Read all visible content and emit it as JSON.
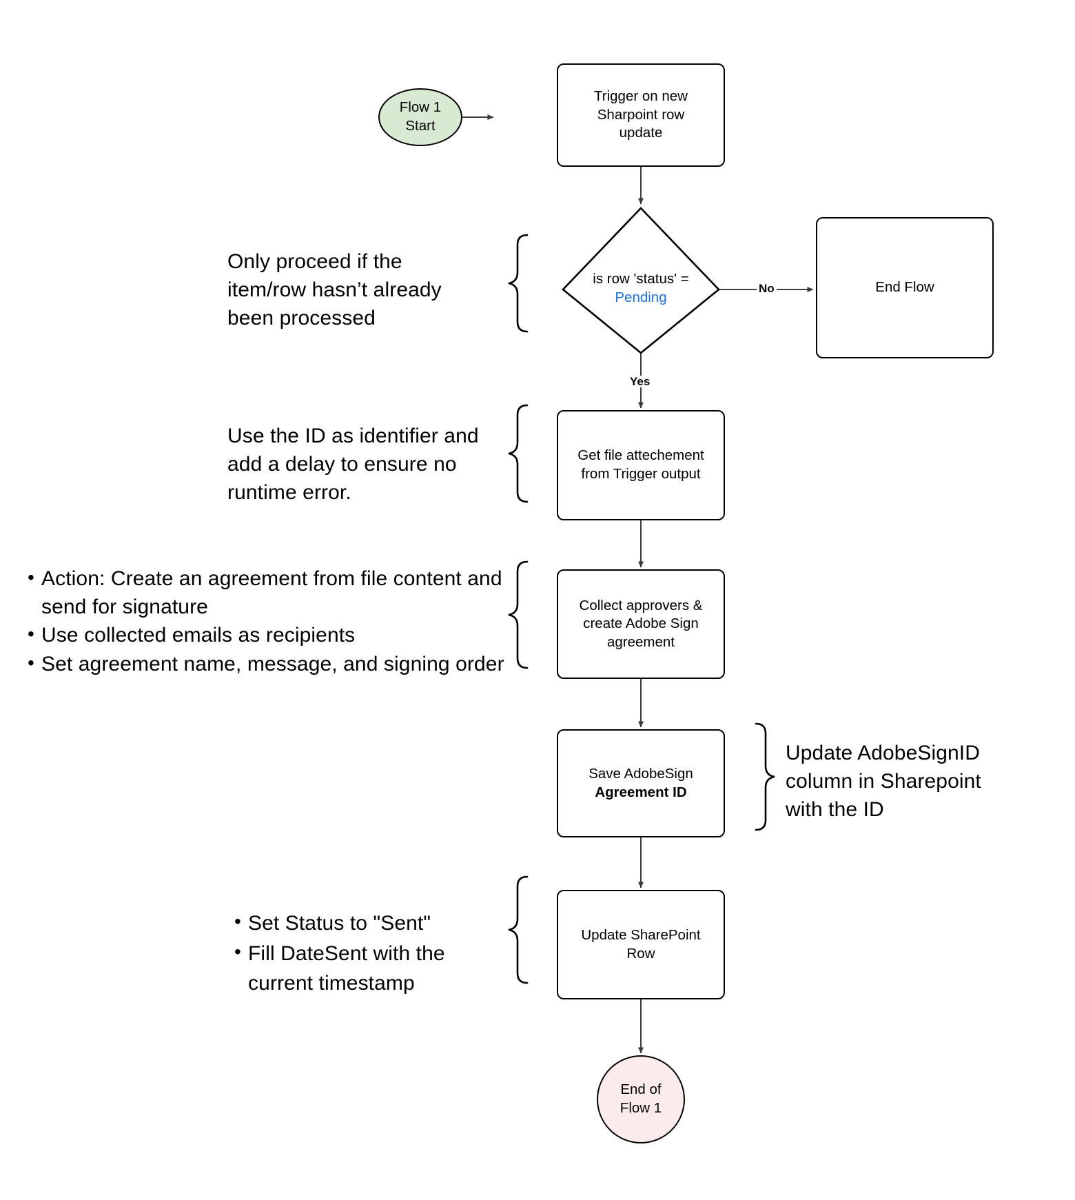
{
  "diagram": {
    "title": "Flow 1 - SharePoint to Adobe Sign automation flowchart",
    "colors": {
      "start_fill": "#d9ead3",
      "end_fill": "#fcebeb",
      "accent_text": "#1a73e8",
      "stroke": "#000000",
      "background": "#ffffff"
    }
  },
  "nodes": {
    "start": {
      "line1": "Flow 1",
      "line2": "Start",
      "shape": "ellipse"
    },
    "trigger": {
      "line1": "Trigger on new",
      "line2": "Sharpoint row",
      "line3": "update",
      "shape": "process"
    },
    "decision": {
      "line1": "is row 'status' =",
      "line2": "Pending",
      "shape": "diamond"
    },
    "end_flow": {
      "line1": "End Flow",
      "shape": "process"
    },
    "get_file": {
      "line1": "Get file attechement",
      "line2": "from Trigger output",
      "shape": "process"
    },
    "collect": {
      "line1": "Collect approvers &",
      "line2": "create Adobe Sign",
      "line3": "agreement",
      "shape": "process"
    },
    "save_id": {
      "line1": "Save AdobeSign",
      "line2": "Agreement ID",
      "shape": "process"
    },
    "update_row": {
      "line1": "Update SharePoint",
      "line2": "Row",
      "shape": "process"
    },
    "end_of_flow": {
      "line1": "End of",
      "line2": "Flow 1",
      "shape": "ellipse"
    }
  },
  "edge_labels": {
    "no": "No",
    "yes": "Yes"
  },
  "notes": {
    "note_status": {
      "line1": "Only proceed if the",
      "line2": "item/row hasn’t already",
      "line3": "been processed"
    },
    "note_id": {
      "line1": "Use the ID as identifier and",
      "line2": "add a delay to ensure no",
      "line3": "runtime error."
    },
    "note_agreement": {
      "bullets": [
        "Action: Create an agreement from file content and send for signature",
        "Use collected emails as recipients",
        "Set agreement name, message, and signing order"
      ]
    },
    "note_update_column": {
      "line1": "Update AdobeSignID",
      "line2": "column in Sharepoint",
      "line3": "with the ID"
    },
    "note_status_sent": {
      "bullets": [
        "Set Status to \"Sent\"",
        "Fill DateSent with the current timestamp"
      ]
    }
  }
}
